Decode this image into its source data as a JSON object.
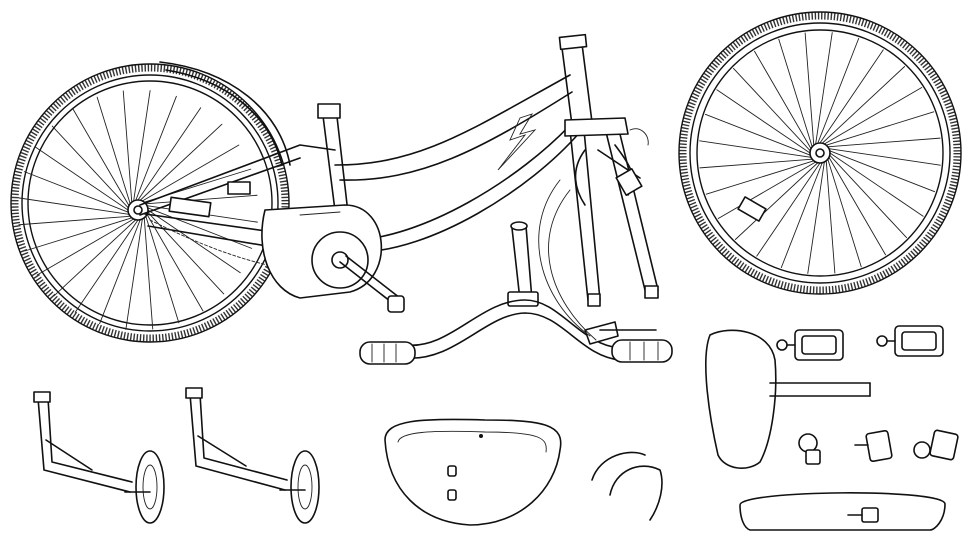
{
  "parts": [
    {
      "id": "rear-wheel-assembly",
      "icon": "rear-wheel-icon"
    },
    {
      "id": "frame",
      "icon": "bike-frame-icon"
    },
    {
      "id": "front-fork",
      "icon": "fork-icon"
    },
    {
      "id": "front-wheel",
      "icon": "front-wheel-icon"
    },
    {
      "id": "handlebar",
      "icon": "handlebar-icon"
    },
    {
      "id": "pedal-left",
      "icon": "pedal-icon"
    },
    {
      "id": "pedal-right",
      "icon": "pedal-icon"
    },
    {
      "id": "saddle",
      "icon": "saddle-icon"
    },
    {
      "id": "bell",
      "icon": "bell-icon"
    },
    {
      "id": "reflector-small",
      "icon": "reflector-icon"
    },
    {
      "id": "reflector-clamp",
      "icon": "reflector-icon"
    },
    {
      "id": "training-wheel-left",
      "icon": "training-wheel-icon"
    },
    {
      "id": "training-wheel-right",
      "icon": "training-wheel-icon"
    },
    {
      "id": "basket",
      "icon": "basket-icon"
    },
    {
      "id": "brake-cables",
      "icon": "cable-icon"
    },
    {
      "id": "fender",
      "icon": "fender-icon"
    }
  ],
  "colors": {
    "line": "#111111",
    "background": "#ffffff"
  }
}
